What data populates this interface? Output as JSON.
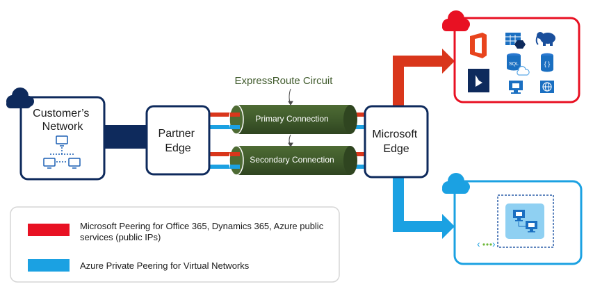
{
  "diagram": {
    "customer_title": "Customer’s\nNetwork",
    "partner_edge": "Partner\nEdge",
    "microsoft_edge": "Microsoft\nEdge",
    "circuit_title": "ExpressRoute Circuit",
    "primary_connection": "Primary Connection",
    "secondary_connection": "Secondary Connection"
  },
  "legend": {
    "microsoft_peering": "Microsoft Peering for Office 365, Dynamics 365, Azure public services (public IPs)",
    "private_peering": "Azure Private Peering for Virtual Networks"
  },
  "colors": {
    "microsoft_peering": "#d9361b",
    "private_peering": "#1ba1e2",
    "navy": "#0e2a5c",
    "tube": "#3f5a2b",
    "red_cloud": "#e81123",
    "blue_cloud": "#1ba1e2"
  },
  "icons": {
    "customer_cloud": "cloud-icon",
    "network": "computer-network-icon",
    "office": "office-icon",
    "dynamics": "dynamics-icon",
    "table": "table-storage-icon",
    "hdinsight": "hdinsight-icon",
    "sql": "sql-database-icon",
    "cosmos": "cosmos-db-icon",
    "vm": "virtual-machine-icon",
    "web": "web-app-icon",
    "vnet": "virtual-network-icon"
  }
}
